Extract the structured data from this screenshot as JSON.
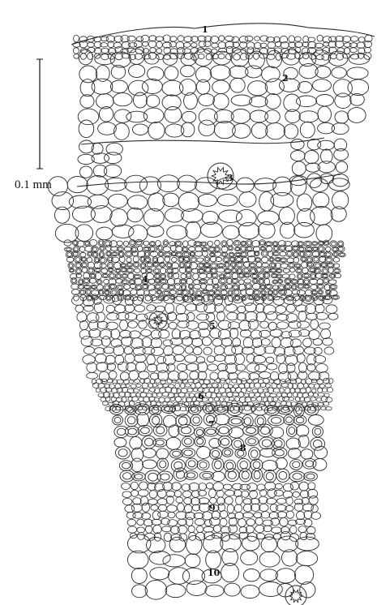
{
  "scale_bar": {
    "label": "0.1 mm"
  },
  "labels": [
    "1",
    "2",
    "3",
    "4",
    "5",
    "6",
    "7",
    "8",
    "9",
    "10"
  ],
  "colors": {
    "ink": "#2a2a2a",
    "background": "#ffffff"
  }
}
